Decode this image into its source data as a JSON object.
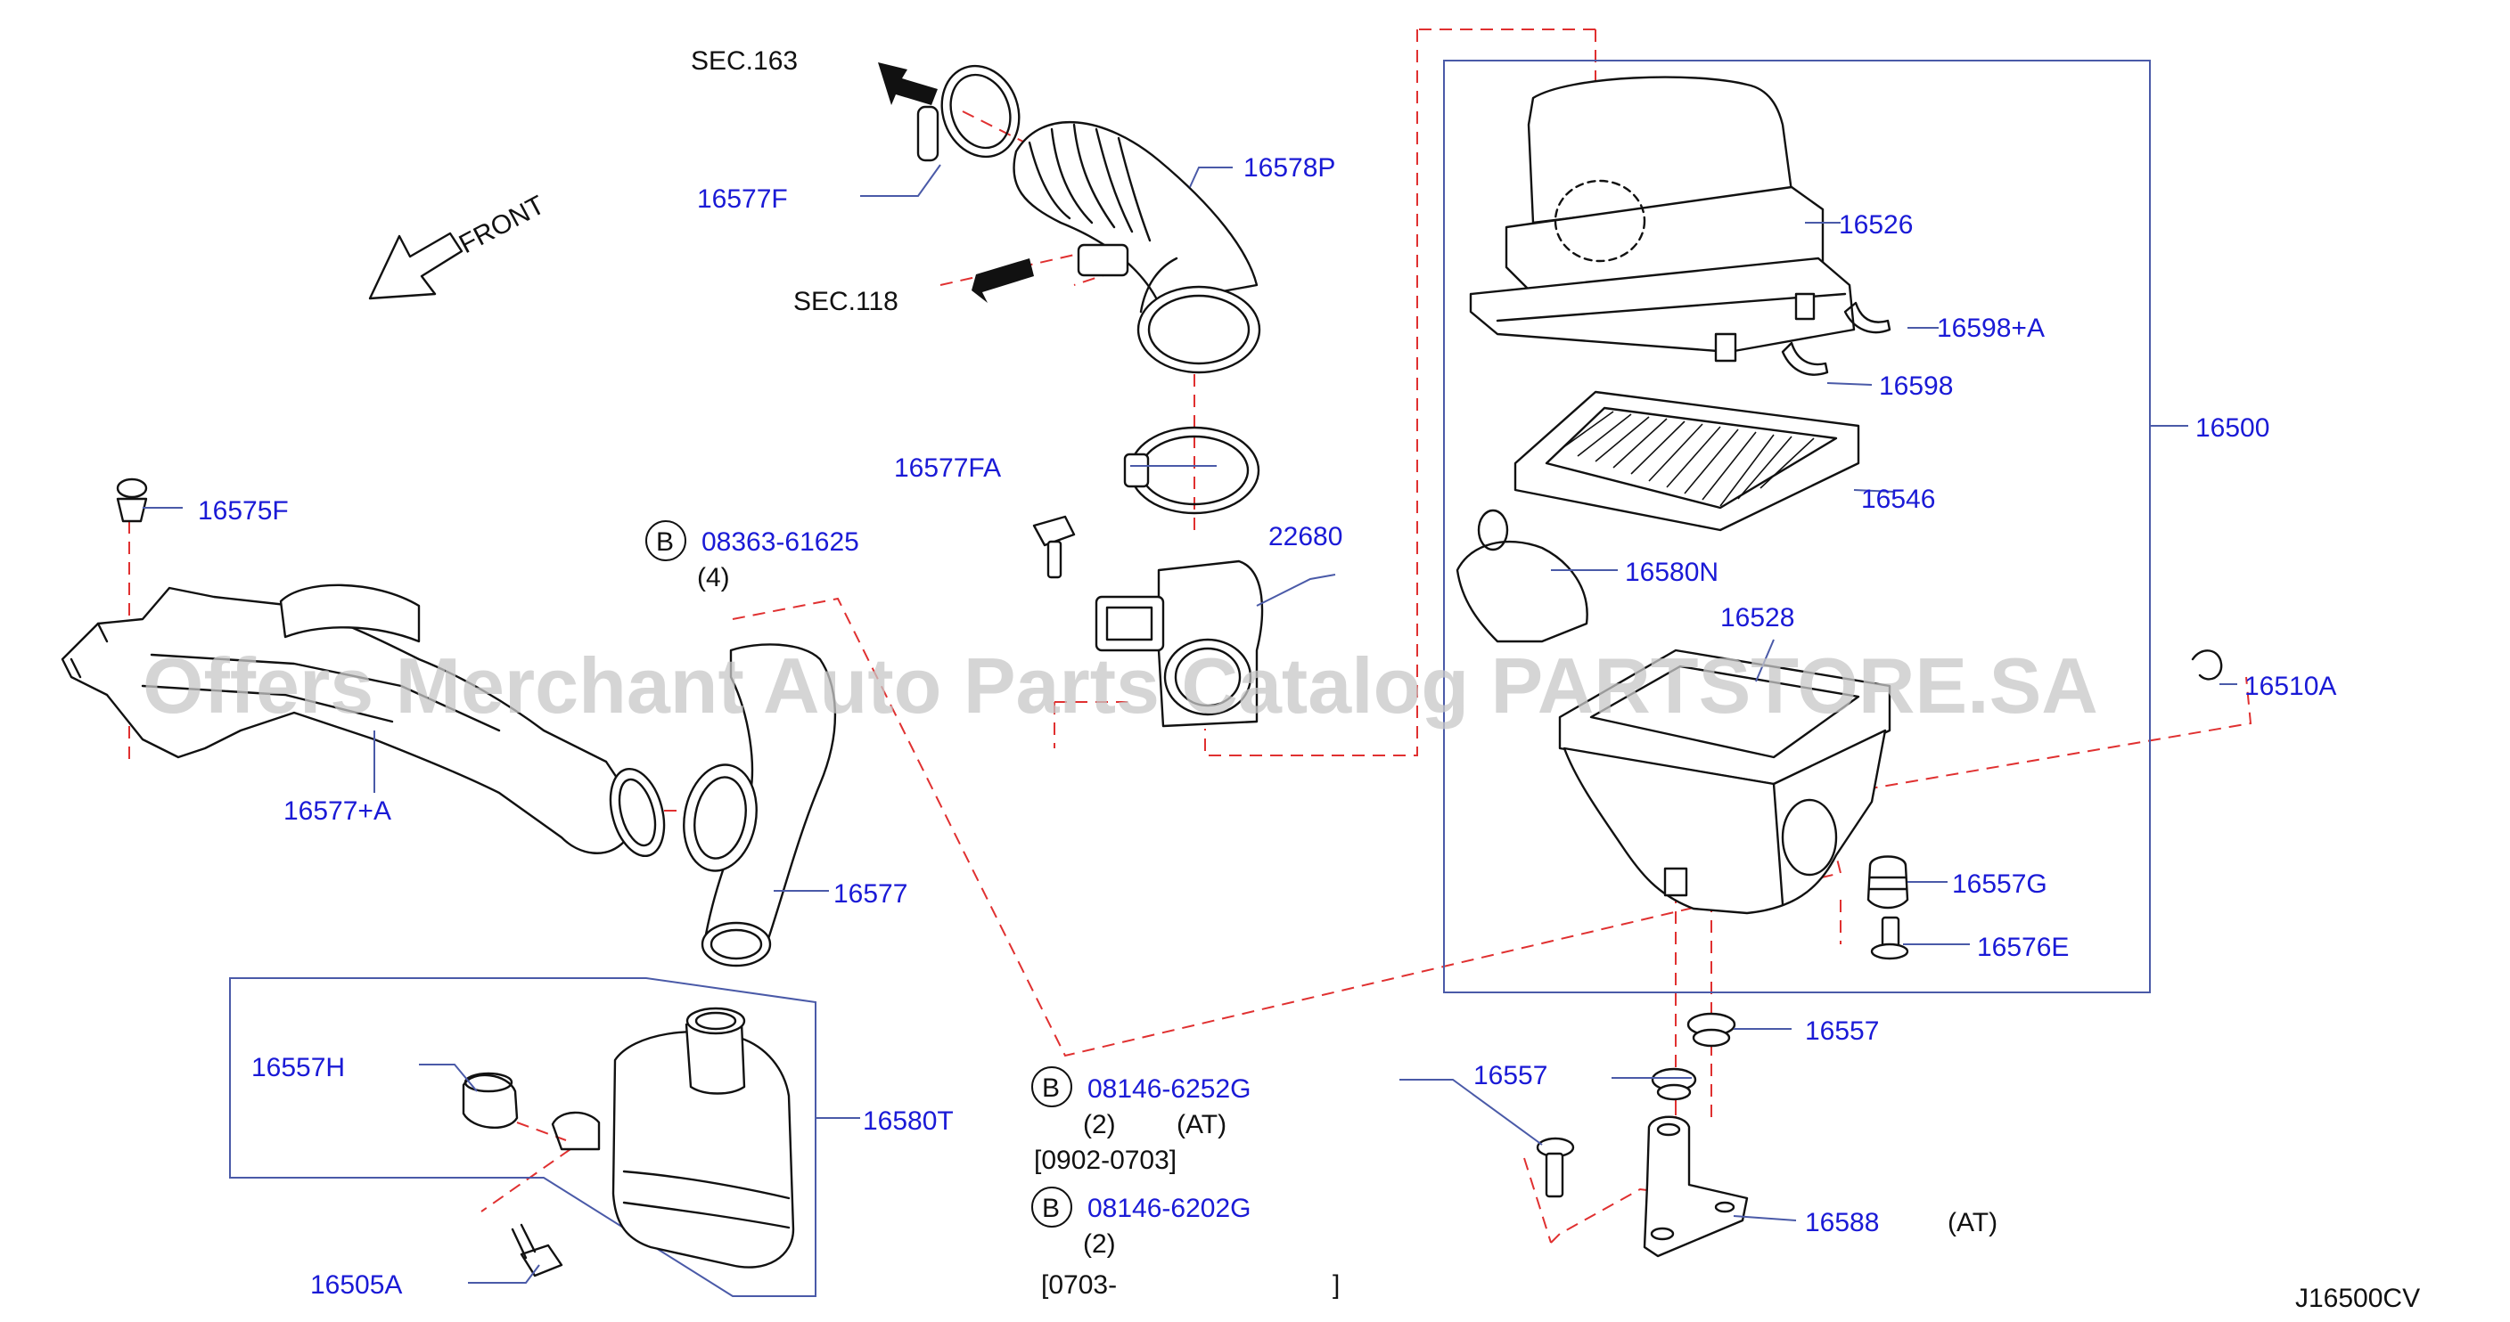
{
  "labels": {
    "sec163": "SEC.163",
    "sec118": "SEC.118",
    "front": "FRONT",
    "p16577F": "16577F",
    "p16578P": "16578P",
    "p16577FA": "16577FA",
    "p22680": "22680",
    "p16575F": "16575F",
    "bolt_b1_part": "08363-61625",
    "bolt_b1_qty": "(4)",
    "p16577A": "16577+A",
    "p16577": "16577",
    "p16557H": "16557H",
    "p16580T": "16580T",
    "p16505A": "16505A",
    "bolt_b2_part": "08146-6252G",
    "bolt_b2_qty": "(2)",
    "bolt_b2_note": "(AT)",
    "bolt_b2_range": "[0902-0703]",
    "bolt_b3_part": "08146-6202G",
    "bolt_b3_qty": "(2)",
    "bolt_b3_range_start": "[0703-",
    "bolt_b3_range_end": "]",
    "p16526": "16526",
    "p16598A": "16598+A",
    "p16598": "16598",
    "p16500": "16500",
    "p16546": "16546",
    "p16580N": "16580N",
    "p16528": "16528",
    "p16510A": "16510A",
    "p16557G": "16557G",
    "p16576E": "16576E",
    "p16557a": "16557",
    "p16557b": "16557",
    "p16588": "16588",
    "p16588_note": "(AT)",
    "b_marker": "B",
    "diagram_code": "J16500CV"
  },
  "watermark": "Offers Merchant Auto Parts Catalog PARTSTORE.SA",
  "colors": {
    "part_number": "#1a1ad6",
    "text": "#111111",
    "leader_line": "#4a5aa8",
    "dashed_line": "#e03030"
  }
}
